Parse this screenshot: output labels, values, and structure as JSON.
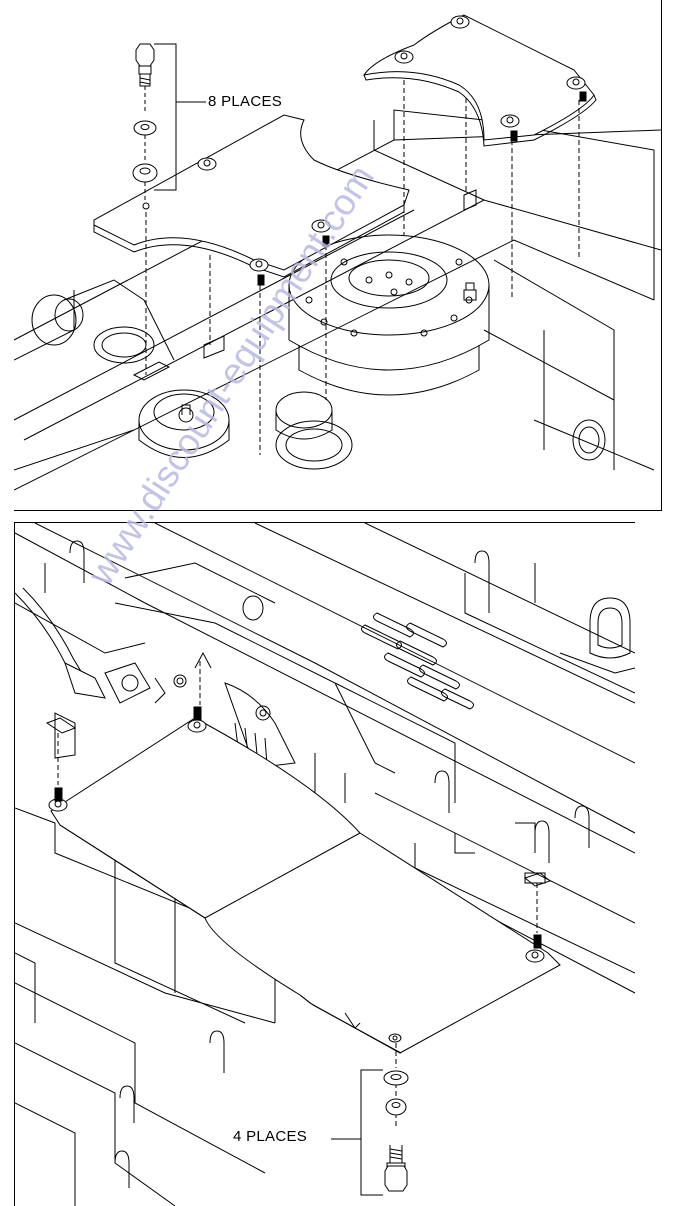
{
  "callouts": {
    "top": "8 PLACES",
    "bottom": "4 PLACES"
  },
  "watermark": "www.discount-equipment.com",
  "colors": {
    "line": "#000000",
    "watermark": "#b9b9e4",
    "background": "#ffffff"
  }
}
